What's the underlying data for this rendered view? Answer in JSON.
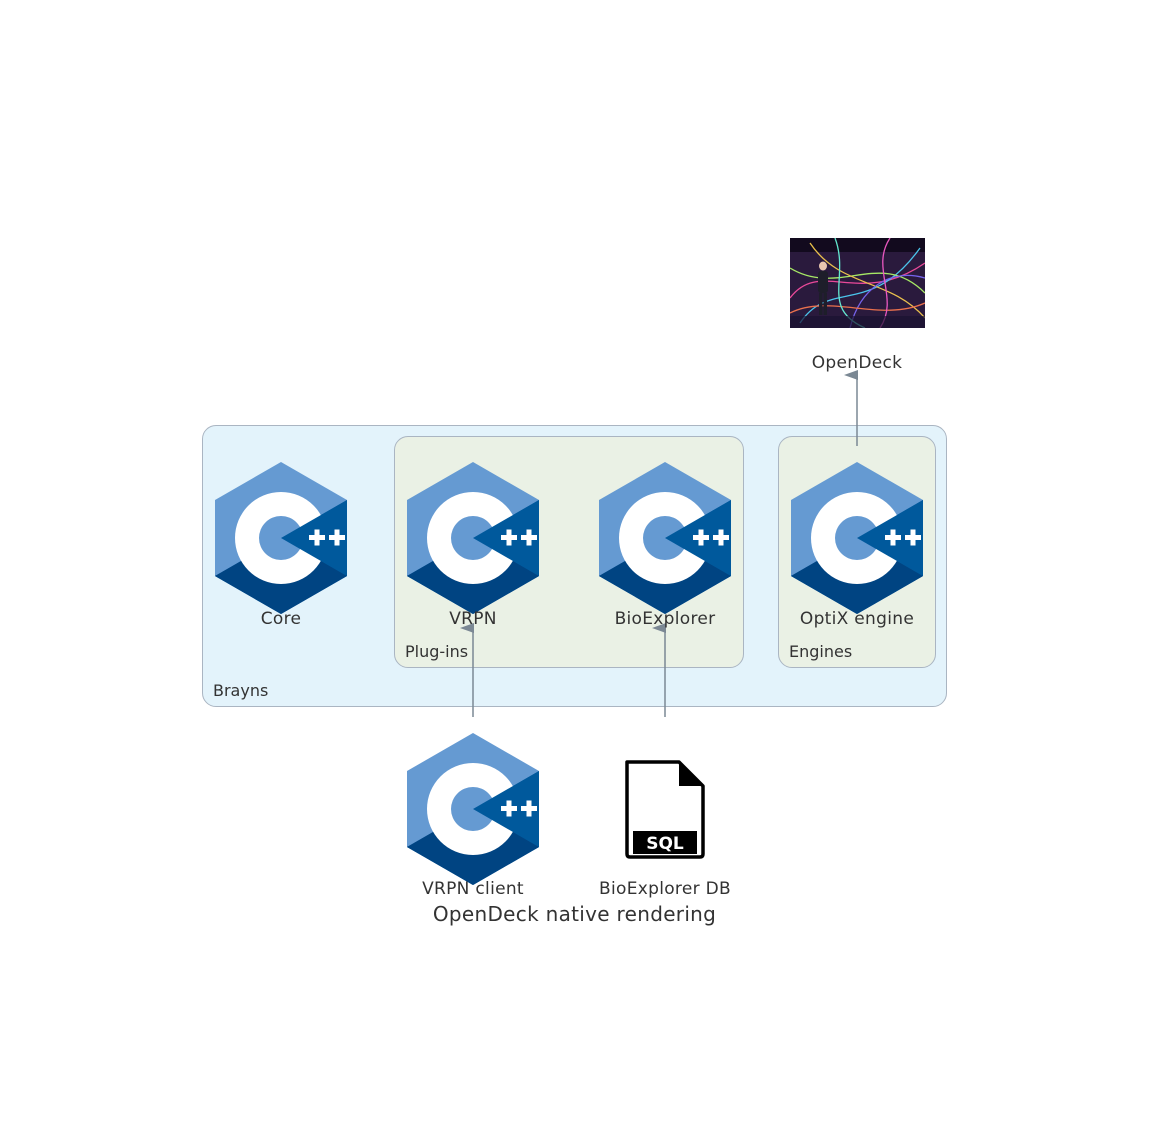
{
  "title": "OpenDeck native rendering",
  "colors": {
    "cpp_light": "#659ad2",
    "cpp_mid": "#00599c",
    "cpp_dark": "#004482",
    "cluster_brayns_fill": "#e3f3fb",
    "cluster_group_fill": "#eaf1e5",
    "edge": "#7b8894"
  },
  "clusters": {
    "brayns": {
      "label": "Brayns"
    },
    "plugins": {
      "label": "Plug-ins"
    },
    "engines": {
      "label": "Engines"
    }
  },
  "nodes": {
    "opendeck": {
      "label": "OpenDeck",
      "icon": "photo-icon"
    },
    "core": {
      "label": "Core",
      "icon": "cpp-icon"
    },
    "vrpn": {
      "label": "VRPN",
      "icon": "cpp-icon"
    },
    "bioexplorer": {
      "label": "BioExplorer",
      "icon": "cpp-icon"
    },
    "optix": {
      "label": "OptiX engine",
      "icon": "cpp-icon"
    },
    "vrpn_client": {
      "label": "VRPN client",
      "icon": "cpp-icon"
    },
    "bioexplorer_db": {
      "label": "BioExplorer DB",
      "icon": "sql-file-icon",
      "icon_text": "SQL"
    }
  },
  "edges": [
    {
      "from": "vrpn_client",
      "to": "vrpn"
    },
    {
      "from": "bioexplorer_db",
      "to": "bioexplorer"
    },
    {
      "from": "optix",
      "to": "opendeck"
    }
  ]
}
